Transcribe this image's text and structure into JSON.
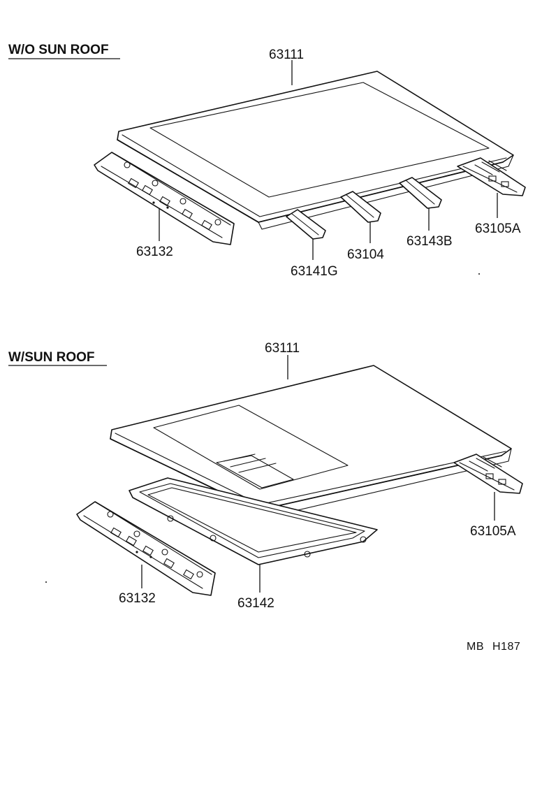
{
  "sections": [
    {
      "heading": "W/O SUN ROOF",
      "parts": [
        "63111",
        "63132",
        "63141G",
        "63104",
        "63143B",
        "63105A"
      ]
    },
    {
      "heading": "W/SUN ROOF",
      "parts": [
        "63111",
        "63105A",
        "63132",
        "63142"
      ]
    }
  ],
  "footer_code": [
    "MB",
    "H187"
  ]
}
